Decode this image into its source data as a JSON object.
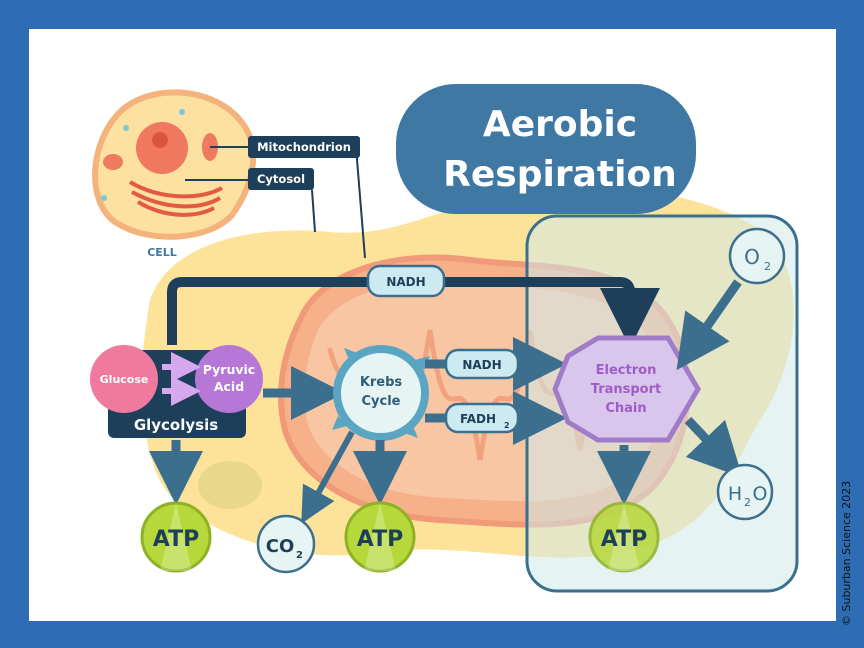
{
  "title": {
    "line1": "Aerobic",
    "line2": "Respiration"
  },
  "cell": {
    "label": "CELL",
    "callouts": {
      "mitochondrion": "Mitochondrion",
      "cytosol": "Cytosol"
    }
  },
  "glycolysis": {
    "label": "Glycolysis",
    "glucose": "Glucose",
    "pyruvic_line1": "Pyruvic",
    "pyruvic_line2": "Acid"
  },
  "krebs": {
    "line1": "Krebs",
    "line2": "Cycle"
  },
  "carriers": {
    "nadh_top": "NADH",
    "nadh_mid": "NADH",
    "fadh": "FADH",
    "fadh_sub": "2"
  },
  "etc": {
    "line1": "Electron",
    "line2": "Transport",
    "line3": "Chain"
  },
  "molecules": {
    "o2": "O",
    "o2_sub": "2",
    "h2o_h": "H",
    "h2o_sub": "2",
    "h2o_o": "O",
    "co2": "CO",
    "co2_sub": "2"
  },
  "atp": {
    "a": "ATP",
    "b": "ATP",
    "c": "ATP"
  },
  "credit": "© Suburban Science 2023",
  "colors": {
    "frame": "#2e6db4",
    "title_bg": "#3f78a3",
    "navy": "#1d3f5a",
    "pink": "#ef7a9e",
    "purple": "#b777d6",
    "krebs": "#5aa6c2",
    "atp_green": "#b7d83a",
    "etc_purple": "#a07cc8"
  }
}
